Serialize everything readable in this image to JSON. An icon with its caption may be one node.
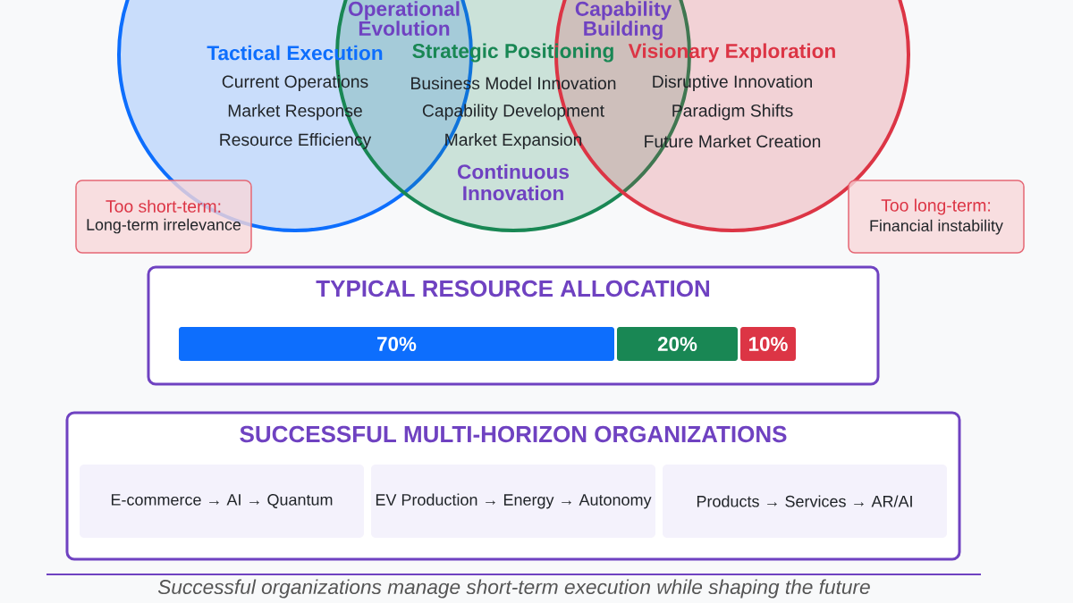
{
  "diagram": {
    "nodes": [
      {
        "text": [
          "Tactical Execution",
          "Current Operations",
          "Market Response",
          "Resource Efficiency"
        ]
      },
      {
        "text": [
          "Strategic Positioning",
          "Business Model Innovation",
          "Capability Development",
          "Market Expansion"
        ]
      },
      {
        "text": [
          "Visionary Exploration",
          "Disruptive Innovation",
          "Paradigm Shifts",
          "Future Market Creation"
        ]
      },
      {
        "text": [
          "Too short-term:",
          "Long-term irrelevance"
        ]
      },
      {
        "text": [
          "Too long-term:",
          "Financial instability"
        ]
      },
      {
        "text": [
          "TYPICAL RESOURCE ALLOCATION"
        ]
      },
      {
        "text": [
          "70%"
        ],
        "in": 5
      },
      {
        "text": [
          "20%"
        ],
        "in": 5
      },
      {
        "text": [
          "10%"
        ],
        "in": 5
      },
      {
        "text": [
          "SUCCESSFUL MULTI-HORIZON ORGANIZATIONS"
        ]
      },
      {
        "text": [
          "E-commerce → AI → Quantum"
        ],
        "in": 9
      },
      {
        "text": [
          "EV Production → Energy → Autonomy"
        ],
        "in": 9
      },
      {
        "text": [
          "Products → Services → AR/AI"
        ],
        "in": 9
      }
    ],
    "labels": [
      "Operational Evolution",
      "Capability Building",
      "Continuous Innovation"
    ],
    "caption": "Successful organizations manage short-term execution while shaping the future"
  }
}
